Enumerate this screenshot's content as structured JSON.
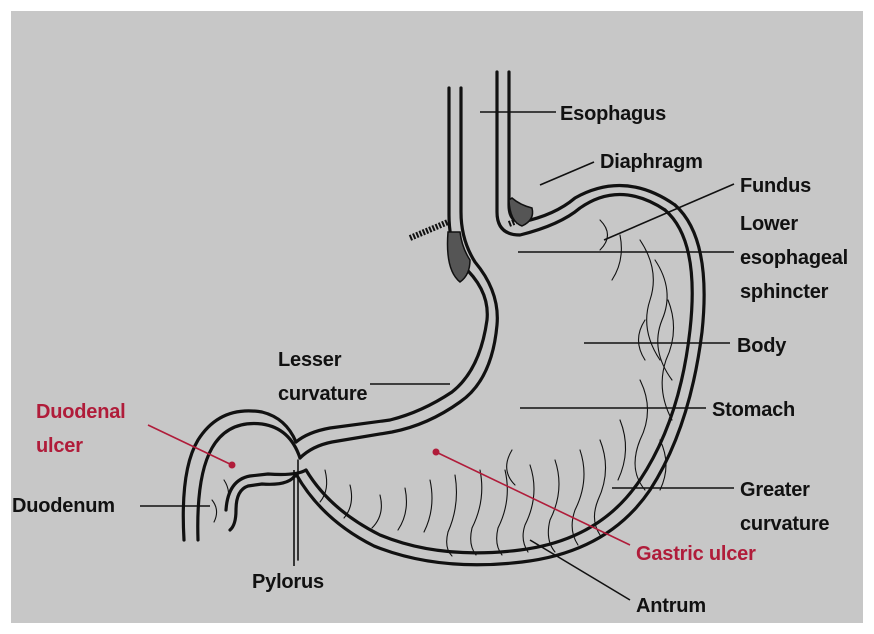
{
  "colors": {
    "background": "#c7c7c7",
    "frame": "#ffffff",
    "ink": "#111111",
    "highlight": "#b01c3a"
  },
  "labels": {
    "esophagus": "Esophagus",
    "diaphragm": "Diaphragm",
    "fundus": "Fundus",
    "les_line1": "Lower",
    "les_line2": "esophageal",
    "les_line3": "sphincter",
    "body": "Body",
    "stomach": "Stomach",
    "greater_line1": "Greater",
    "greater_line2": "curvature",
    "gastric_ulcer": "Gastric ulcer",
    "antrum": "Antrum",
    "pylorus": "Pylorus",
    "duodenum": "Duodenum",
    "duodenal_line1": "Duodenal",
    "duodenal_line2": "ulcer",
    "lesser_line1": "Lesser",
    "lesser_line2": "curvature"
  }
}
